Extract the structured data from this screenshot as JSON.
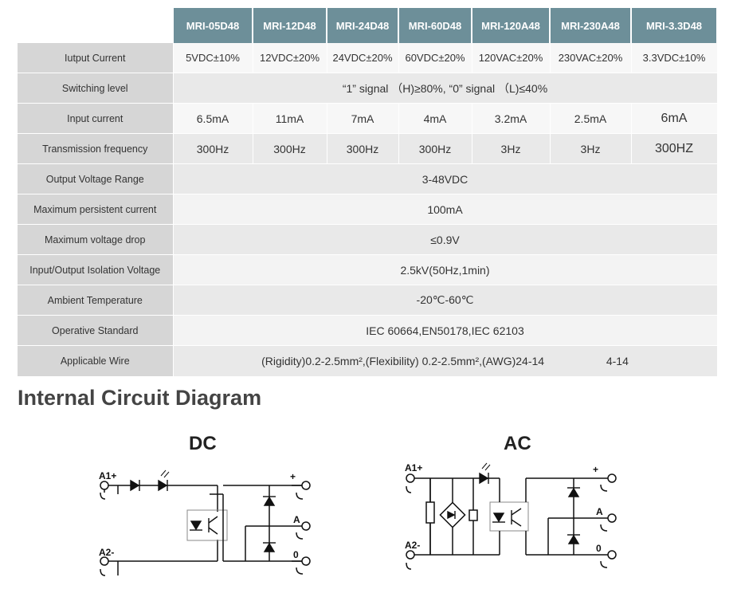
{
  "spec_table": {
    "models": [
      "MRI-05D48",
      "MRI-12D48",
      "MRI-24D48",
      "MRI-60D48",
      "MRI-120A48",
      "MRI-230A48",
      "MRI-3.3D48"
    ],
    "rows": [
      {
        "label": "Iutput Current",
        "values": [
          "5VDC±10%",
          "12VDC±20%",
          "24VDC±20%",
          "60VDC±20%",
          "120VAC±20%",
          "230VAC±20%",
          "3.3VDC±10%"
        ]
      },
      {
        "label": "Switching level",
        "span": "“1” signal （H)≥80%, “0” signal （L)≤40%"
      },
      {
        "label": "Input current",
        "values": [
          "6.5mA",
          "11mA",
          "7mA",
          "4mA",
          "3.2mA",
          "2.5mA",
          "6mA"
        ]
      },
      {
        "label": "Transmission frequency",
        "values": [
          "300Hz",
          "300Hz",
          "300Hz",
          "300Hz",
          "3Hz",
          "3Hz",
          "300HZ"
        ]
      },
      {
        "label": "Output Voltage Range",
        "span": "3-48VDC"
      },
      {
        "label": "Maximum persistent current",
        "span": "100mA"
      },
      {
        "label": "Maximum voltage drop",
        "span": "≤0.9V"
      },
      {
        "label": "Input/Output Isolation Voltage",
        "span": "2.5kV(50Hz,1min)"
      },
      {
        "label": "Ambient Temperature",
        "span": "-20℃-60℃"
      },
      {
        "label": "Operative Standard",
        "span": "IEC 60664,EN50178,IEC 62103"
      },
      {
        "label": "Applicable Wire",
        "span": "(Rigidity)0.2-2.5mm²,(Flexibility) 0.2-2.5mm²,(AWG)24-14",
        "extra": "4-14"
      }
    ]
  },
  "section_title": "Internal Circuit Diagram",
  "diagrams": {
    "dc": {
      "title": "DC",
      "labels": {
        "a1": "A1+",
        "a2": "A2-",
        "plus": "+",
        "a": "A",
        "zero": "0"
      }
    },
    "ac": {
      "title": "AC",
      "labels": {
        "a1": "A1+",
        "a2": "A2-",
        "plus": "+",
        "a": "A",
        "zero": "0"
      }
    }
  }
}
